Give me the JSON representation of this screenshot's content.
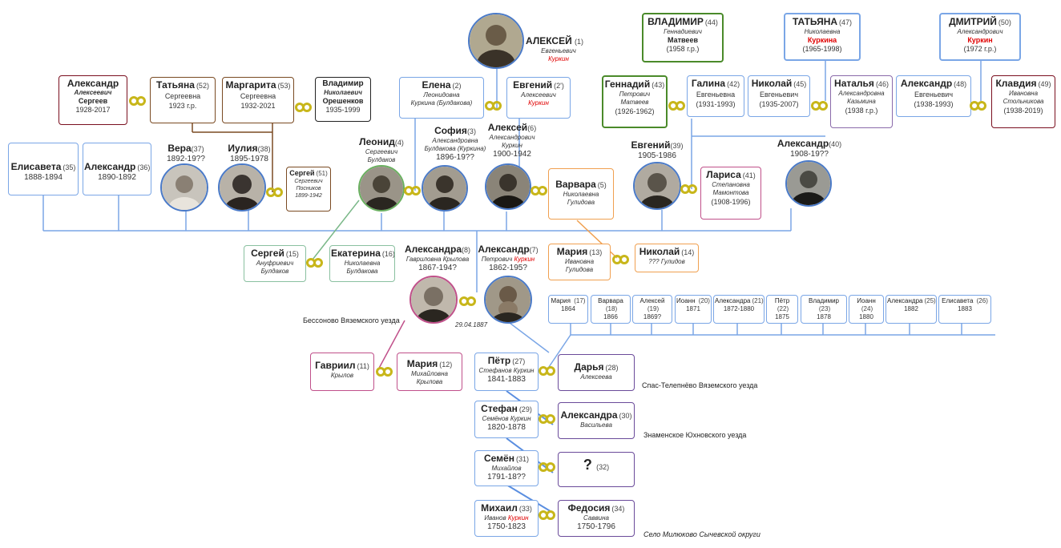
{
  "people": {
    "p1": {
      "name": "АЛЕКСЕЙ",
      "num": "(1)",
      "patr": "Евгеньевич",
      "surname": "Куркин"
    },
    "p2": {
      "name": "Елена",
      "num": "(2)",
      "patr": "Леонидовна",
      "surname": "Куркина (Булдакова)"
    },
    "p2b": {
      "name": "Евгений",
      "num": "(2')",
      "patr": "Алексеевич",
      "surname": "Куркин"
    },
    "p3": {
      "name": "София",
      "num": "(3)",
      "patr": "Александровна",
      "surname": "Булдакова (Куркина)",
      "years": "1896-19??"
    },
    "p4": {
      "name": "Леонид",
      "num": "(4)",
      "patr": "Сергеевич",
      "surname": "Булдаков"
    },
    "p5": {
      "name": "Варвара",
      "num": "(5)",
      "patr": "Николаевна",
      "surname": "Гулидова"
    },
    "p6": {
      "name": "Алексей",
      "num": "(6)",
      "patr": "Александрович",
      "surname": "Куркин",
      "years": "1900-1942"
    },
    "p7": {
      "name": "Александр",
      "num": "(7)",
      "patr": "Петрович",
      "surname": "Куркин",
      "years": "1862-195?"
    },
    "p8": {
      "name": "Александра",
      "num": "(8)",
      "patr": "Гавриловна",
      "surname": "Крылова",
      "years": "1867-194?"
    },
    "p11": {
      "name": "Гавриил",
      "num": "(11)",
      "surname": "Крылов"
    },
    "p12": {
      "name": "Мария",
      "num": "(12)",
      "patr": "Михайловна",
      "surname": "Крылова"
    },
    "p13": {
      "name": "Мария",
      "num": "(13)",
      "patr": "Ивановна",
      "surname": "Гулидова"
    },
    "p14": {
      "name": "Николай",
      "num": "(14)",
      "surname": "??? Гулидов"
    },
    "p15": {
      "name": "Сергей",
      "num": "(15)",
      "patr": "Ануфриевич",
      "surname": "Булдаков"
    },
    "p16": {
      "name": "Екатерина",
      "num": "(16)",
      "patr": "Николаевна",
      "surname": "Булдакова"
    },
    "p17": {
      "name": "Мария",
      "num": "(17)",
      "years": "1864"
    },
    "p18": {
      "name": "Варвара",
      "num": "(18)",
      "years": "1866"
    },
    "p19": {
      "name": "Алексей",
      "num": "(19)",
      "years": "1869?"
    },
    "p20": {
      "name": "Иоанн",
      "num": "(20)",
      "years": "1871"
    },
    "p21": {
      "name": "Александра",
      "num": "(21)",
      "years": "1872-1880"
    },
    "p22": {
      "name": "Пётр",
      "num": "(22)",
      "years": "1875"
    },
    "p23": {
      "name": "Владимир",
      "num": "(23)",
      "years": "1878"
    },
    "p24": {
      "name": "Иоанн",
      "num": "(24)",
      "years": "1880"
    },
    "p25": {
      "name": "Александра",
      "num": "(25)",
      "years": "1882"
    },
    "p26": {
      "name": "Елисавета",
      "num": "(26)",
      "years": "1883"
    },
    "p27": {
      "name": "Пётр",
      "num": "(27)",
      "patr": "Стефанов",
      "surname": "Куркин",
      "years": "1841-1883"
    },
    "p28": {
      "name": "Дарья",
      "num": "(28)",
      "surname": "Алексеева"
    },
    "p29": {
      "name": "Стефан",
      "num": "(29)",
      "patr": "Семёнов",
      "surname": "Куркин",
      "years": "1820-1878"
    },
    "p30": {
      "name": "Александра",
      "num": "(30)",
      "surname": "Васильева"
    },
    "p31": {
      "name": "Семён",
      "num": "(31)",
      "patr": "Михайлов",
      "years": "1791-18??"
    },
    "p32": {
      "name": "?",
      "num": "(32)"
    },
    "p33": {
      "name": "Михаил",
      "num": "(33)",
      "patr": "Иванов",
      "surname": "Куркин",
      "years": "1750-1823"
    },
    "p34": {
      "name": "Федосия",
      "num": "(34)",
      "surname": "Саввина",
      "years": "1750-1796"
    },
    "p35": {
      "name": "Елисавета",
      "num": "(35)",
      "years": "1888-1894"
    },
    "p36": {
      "name": "Александр",
      "num": "(36)",
      "years": "1890-1892"
    },
    "p37": {
      "name": "Вера",
      "num": "(37)",
      "years": "1892-19??"
    },
    "p38": {
      "name": "Иулия",
      "num": "(38)",
      "years": "1895-1978"
    },
    "p39": {
      "name": "Евгений",
      "num": "(39)",
      "years": "1905-1986"
    },
    "p40": {
      "name": "Александр",
      "num": "(40)",
      "years": "1908-19??"
    },
    "p41": {
      "name": "Лариса",
      "num": "(41)",
      "patr": "Степановна",
      "surname": "Мамонтова",
      "years": "(1908-1996)"
    },
    "p42": {
      "name": "Галина",
      "num": "(42)",
      "patr": "Евгеньевна",
      "years": "(1931-1993)"
    },
    "p43": {
      "name": "Геннадий",
      "num": "(43)",
      "patr": "Петрович",
      "surname": "Матвеев",
      "years": "(1926-1962)"
    },
    "p44": {
      "name": "ВЛАДИМИР",
      "num": "(44)",
      "patr": "Геннадиевич",
      "surname": "Матвеев",
      "years": "(1958 г.р.)"
    },
    "p45": {
      "name": "Николай",
      "num": "(45)",
      "patr": "Евгеньевич",
      "years": "(1935-2007)"
    },
    "p46": {
      "name": "Наталья",
      "num": "(46)",
      "patr": "Александровна",
      "surname": "Казьмина",
      "years": "(1938 г.р.)"
    },
    "p47": {
      "name": "ТАТЬЯНА",
      "num": "(47)",
      "patr": "Николаевна",
      "surname": "Куркина",
      "years": "(1965-1998)"
    },
    "p48": {
      "name": "Александр",
      "num": "(48)",
      "patr": "Евгеньевич",
      "years": "(1938-1993)"
    },
    "p49": {
      "name": "Клавдия",
      "num": "(49)",
      "patr": "Ивановна",
      "surname": "Стольникова",
      "years": "(1938-2019)"
    },
    "p50": {
      "name": "ДМИТРИЙ",
      "num": "(50)",
      "patr": "Александрович",
      "surname": "Куркин",
      "years": "(1972 г.р.)"
    },
    "p51": {
      "name": "Сергей",
      "num": "(51)",
      "patr": "Сергеевич",
      "surname": "Посников",
      "years": "1899-1942"
    },
    "p52": {
      "name": "Татьяна",
      "num": "(52)",
      "patr": "Сергеевна",
      "years": "1923 г.р."
    },
    "p53": {
      "name": "Маргарита",
      "num": "(53)",
      "patr": "Сергеевна",
      "years": "1932-2021"
    },
    "pVO": {
      "name": "Владимир",
      "patr": "Николаевич",
      "surname": "Орешенков",
      "years": "1935-1999"
    },
    "pAS": {
      "name": "Александр",
      "patr": "Алексеевич",
      "surname": "Сергеев",
      "years": "1928-2017"
    }
  },
  "places": {
    "bessonovo": "Бессоново Вяземского уезда",
    "spas": "Спас-Телепнёво Вяземского уезда",
    "znamenskoe": "Знаменское Юхновского уезда",
    "milyukovo": "Село Милюково Сычевской округи",
    "wedding_date": "29.04.1887"
  }
}
